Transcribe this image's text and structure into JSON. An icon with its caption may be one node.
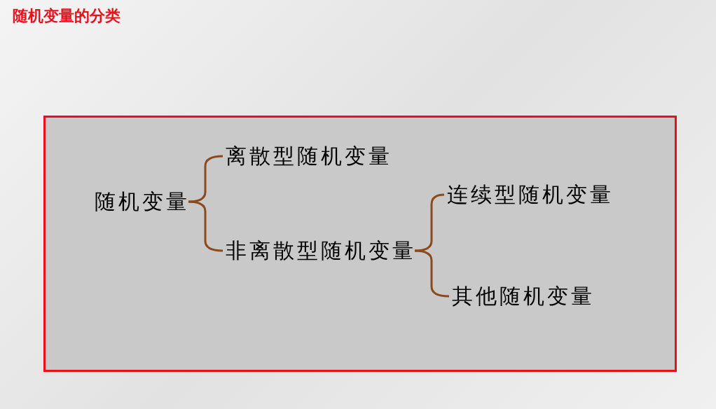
{
  "diagram": {
    "title": "随机变量的分类",
    "nodes": [
      {
        "text": [
          "随机变量"
        ]
      },
      {
        "text": [
          "离散型随机变量"
        ]
      },
      {
        "text": [
          "非离散型随机变量"
        ]
      },
      {
        "text": [
          "连续型随机变量"
        ]
      },
      {
        "text": [
          "其他随机变量"
        ]
      }
    ],
    "edges": [
      {
        "from": 0,
        "to": 1,
        "arrow": "none"
      },
      {
        "from": 0,
        "to": 2,
        "arrow": "none"
      },
      {
        "from": 2,
        "to": 3,
        "arrow": "none"
      },
      {
        "from": 2,
        "to": 4,
        "arrow": "none"
      }
    ]
  }
}
